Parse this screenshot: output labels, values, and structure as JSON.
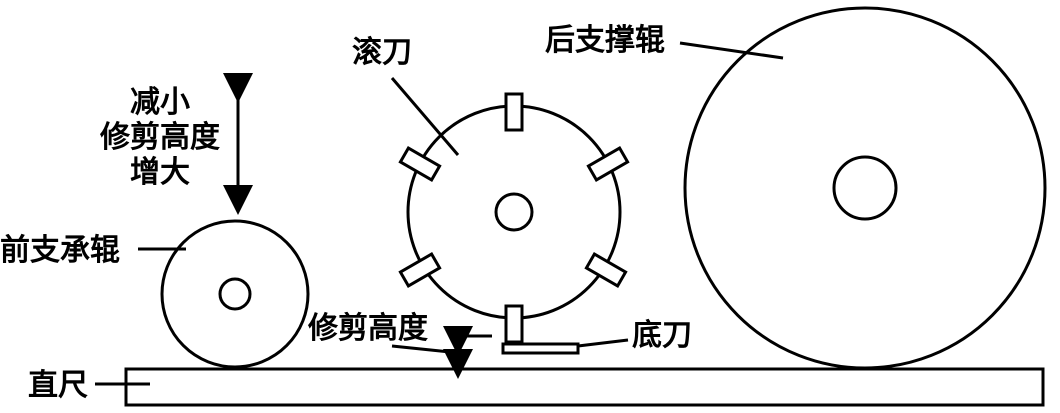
{
  "labels": {
    "adjust_decrease": "减小",
    "trim_height_main": "修剪高度",
    "adjust_increase": "增大",
    "front_roller": "前支承辊",
    "reel_blade": "滚刀",
    "rear_roller": "后支撑辊",
    "trim_height": "修剪高度",
    "bed_knife": "底刀",
    "straight_edge": "直尺"
  },
  "colors": {
    "line": "#000000",
    "background": "#ffffff"
  }
}
